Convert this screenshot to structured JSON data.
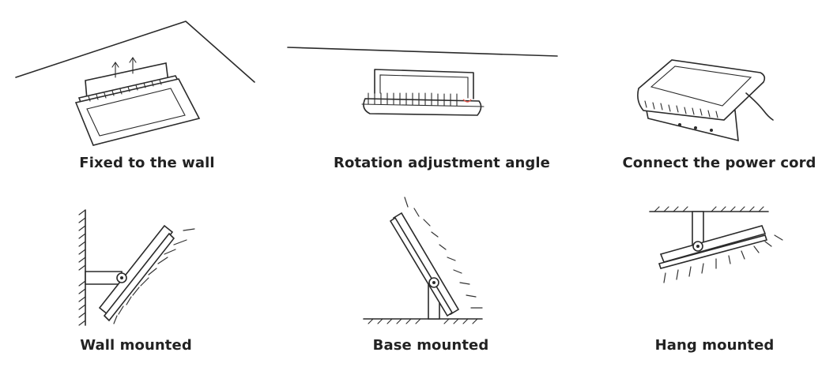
{
  "captions": {
    "fixed_wall": "Fixed to the wall",
    "rotation": "Rotation adjustment angle",
    "power_cord": "Connect the power cord",
    "wall_mounted": "Wall mounted",
    "base_mounted": "Base mounted",
    "hang_mounted": "Hang mounted"
  },
  "colors": {
    "line": "#2a2a2a",
    "text": "#222222",
    "accent": "#e0554a",
    "background": "#ffffff"
  }
}
